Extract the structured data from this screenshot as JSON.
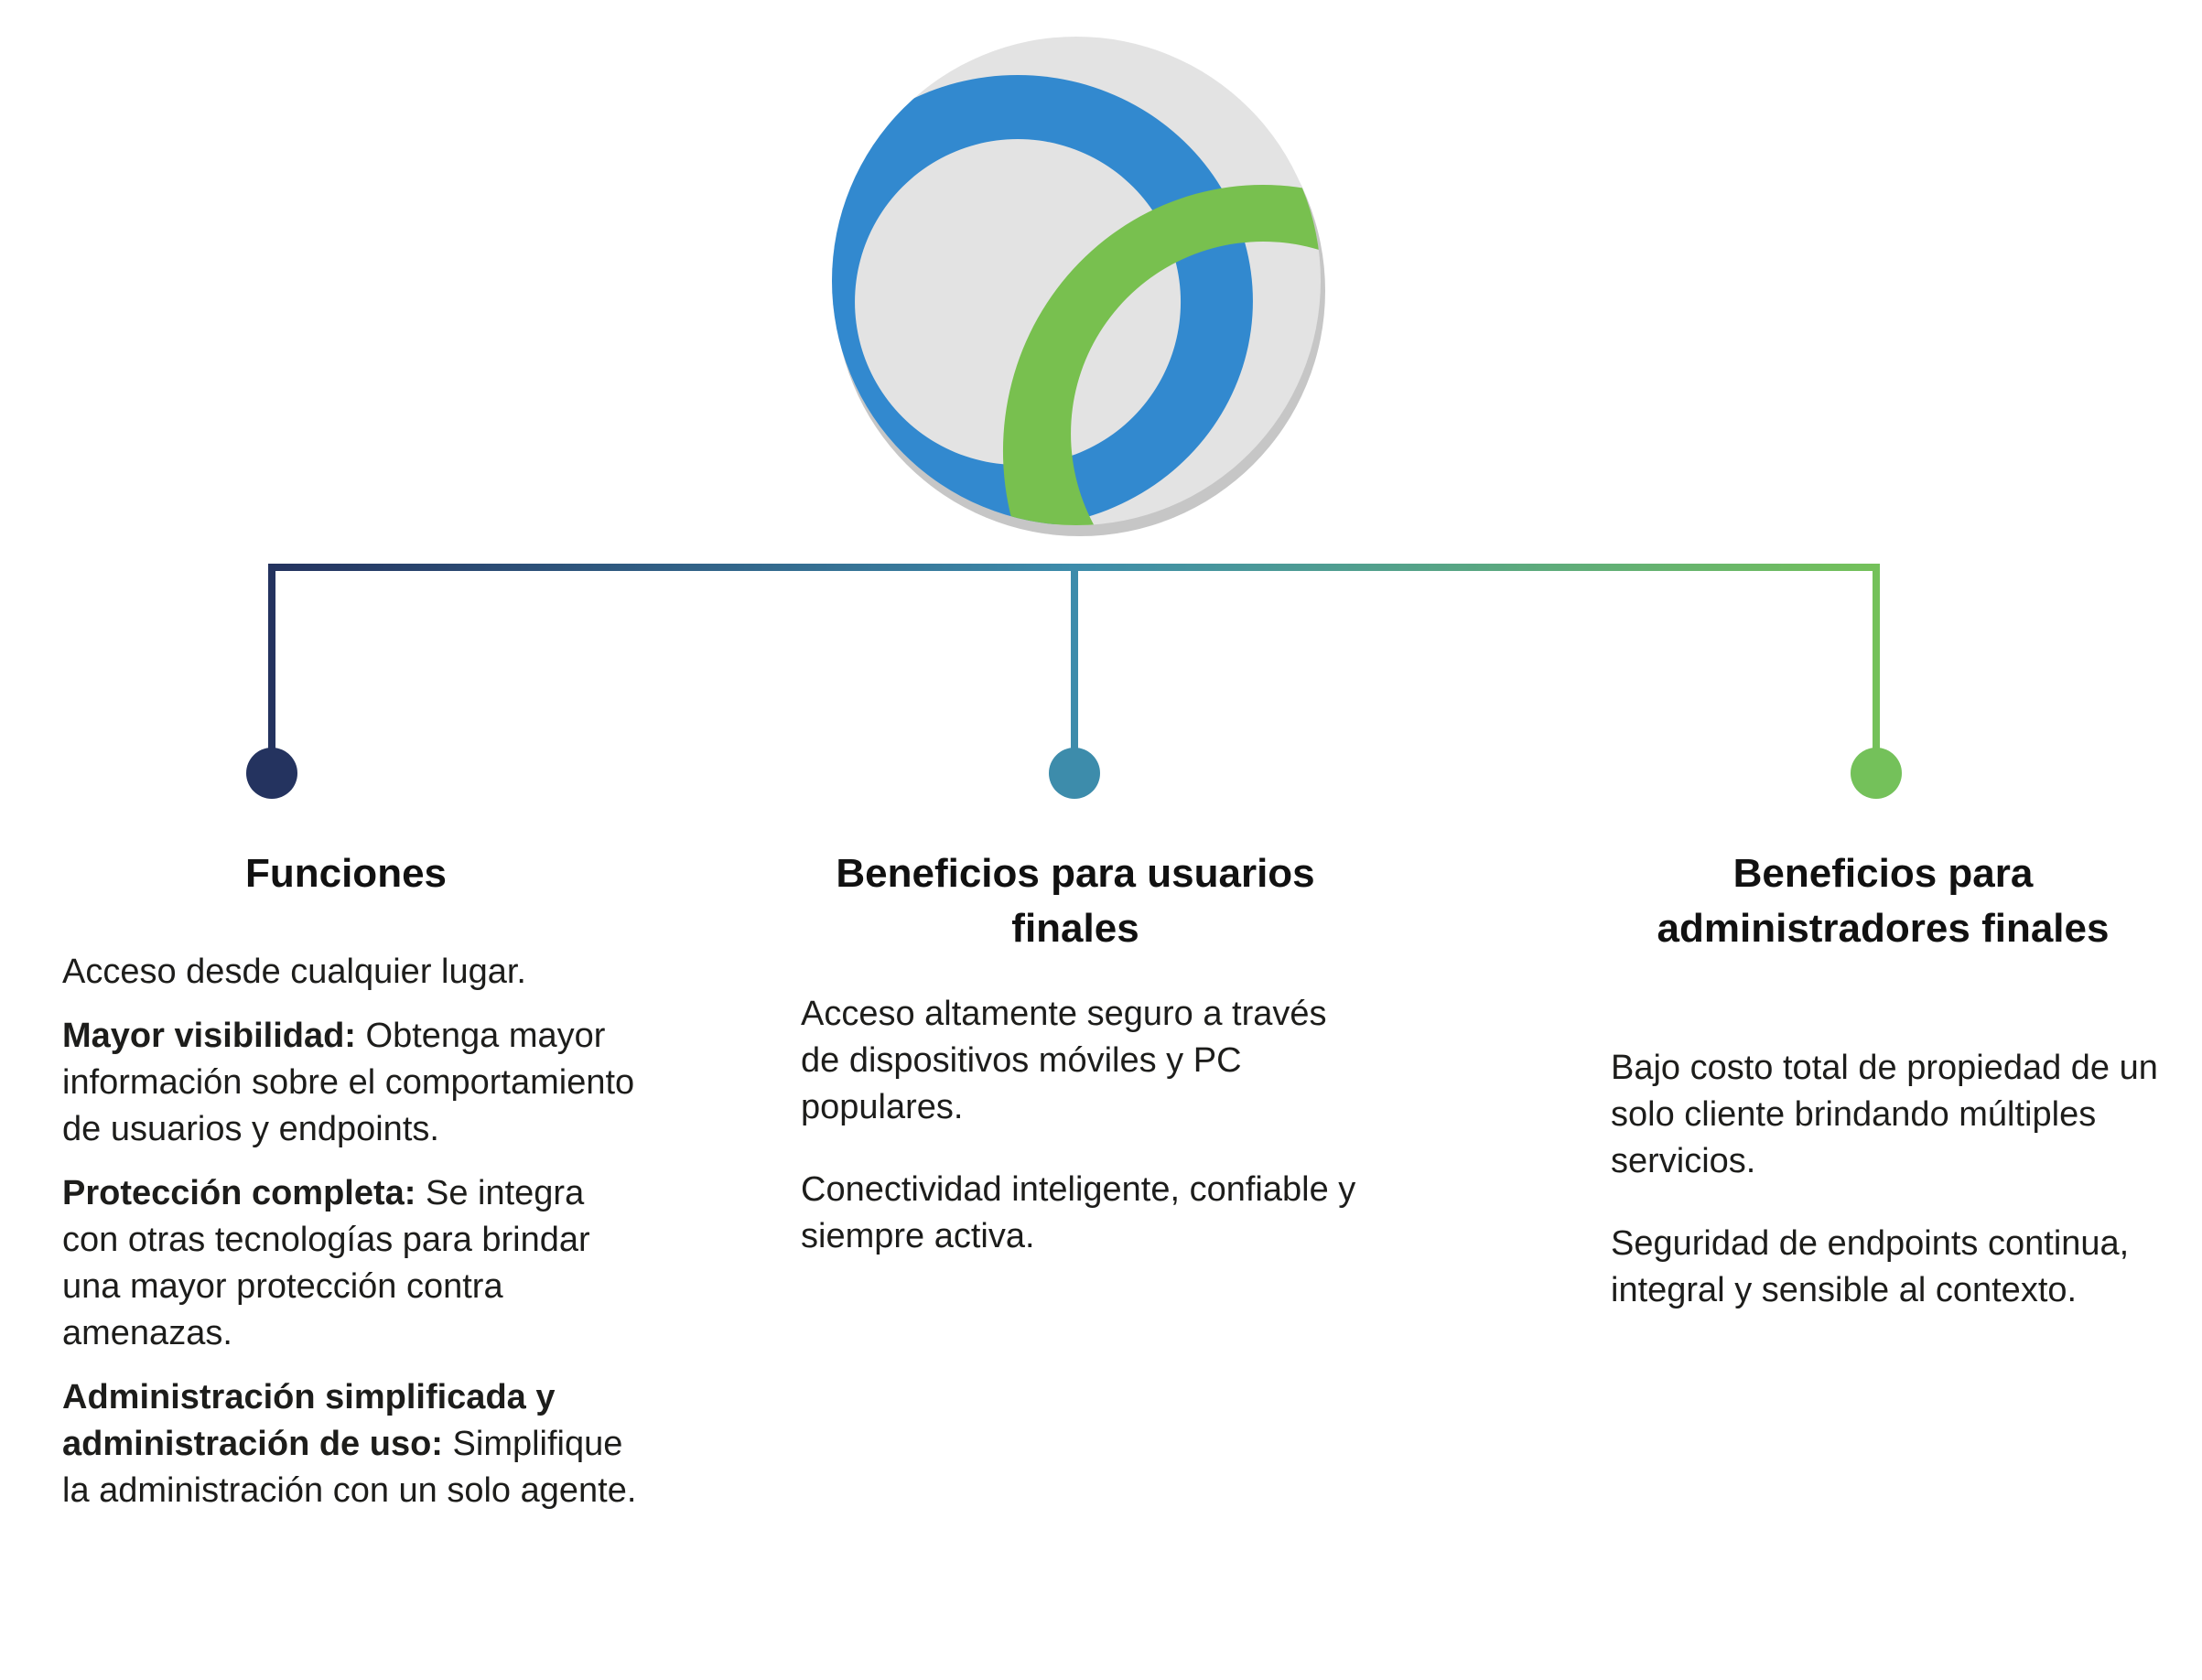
{
  "colors": {
    "navy": "#24335f",
    "teal": "#3d8cab",
    "green": "#74c15a",
    "logo_blue": "#3289cf",
    "logo_green": "#78c04f",
    "logo_gray": "#e3e3e3"
  },
  "logo": {
    "icon": "cisco-anyconnect-logo-icon"
  },
  "columns": {
    "funciones": {
      "title": "Funciones",
      "items": [
        {
          "bold": "",
          "text": "Acceso desde cualquier lugar."
        },
        {
          "bold": "Mayor visibilidad:",
          "text": " Obtenga mayor información sobre el comportamiento de usuarios y endpoints."
        },
        {
          "bold": "Protección completa:",
          "text": " Se integra con otras tecnologías para brindar una mayor protección contra amenazas."
        },
        {
          "bold": "Administración simplificada y administración de uso:",
          "text": " Simplifique la administración con un solo agente."
        }
      ]
    },
    "usuarios": {
      "title": "Beneficios para usuarios finales",
      "items": [
        {
          "text": "Acceso altamente seguro a través de dispositivos móviles y PC populares."
        },
        {
          "text": "Conectividad inteligente, confiable y siempre activa."
        }
      ]
    },
    "admins": {
      "title": "Beneficios para administradores finales",
      "items": [
        {
          "text": "Bajo costo total de propiedad de un solo cliente brindando múltiples servicios."
        },
        {
          "text": "Seguridad de endpoints continua, integral y sensible al contexto."
        }
      ]
    }
  }
}
